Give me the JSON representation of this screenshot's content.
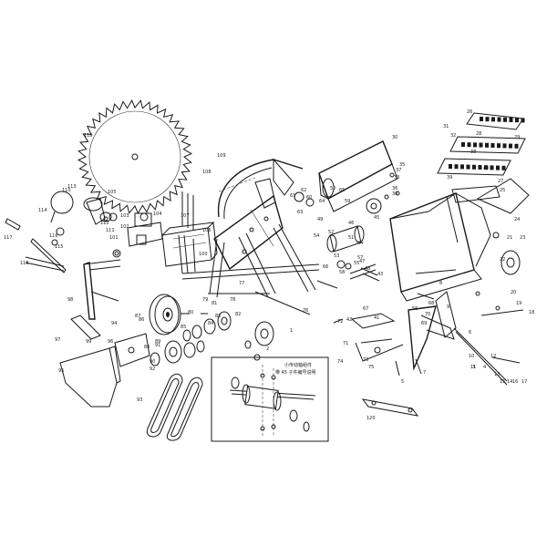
{
  "inset": {
    "title_line1": "小传动轴组件",
    "title_line2": "带 45 子件编号说明"
  },
  "callouts": [
    "1",
    "2",
    "3",
    "4",
    "5",
    "6",
    "7",
    "8",
    "9",
    "10",
    "11",
    "12",
    "13",
    "14",
    "15",
    "16",
    "17",
    "18",
    "19",
    "20",
    "21",
    "22",
    "23",
    "24",
    "25",
    "26",
    "27",
    "28",
    "29",
    "30",
    "31",
    "32",
    "33",
    "34",
    "35",
    "36",
    "37",
    "38",
    "39",
    "40",
    "41",
    "42",
    "43",
    "44",
    "45",
    "46",
    "47",
    "48",
    "49",
    "50",
    "51",
    "52",
    "53",
    "54",
    "55",
    "56",
    "57",
    "58",
    "59",
    "60",
    "61",
    "62",
    "63",
    "64",
    "65",
    "66",
    "67",
    "68",
    "69",
    "70",
    "71",
    "72",
    "73",
    "74",
    "75",
    "76",
    "77",
    "78",
    "79",
    "80",
    "81",
    "82",
    "83",
    "84",
    "85",
    "86",
    "87",
    "88",
    "89",
    "90",
    "91",
    "92",
    "93",
    "94",
    "95",
    "96",
    "97",
    "98",
    "99",
    "100",
    "101",
    "102",
    "103",
    "104",
    "105",
    "106",
    "107",
    "108",
    "109",
    "110",
    "111",
    "112",
    "113",
    "114",
    "115",
    "116",
    "117",
    "118",
    "119",
    "120"
  ]
}
